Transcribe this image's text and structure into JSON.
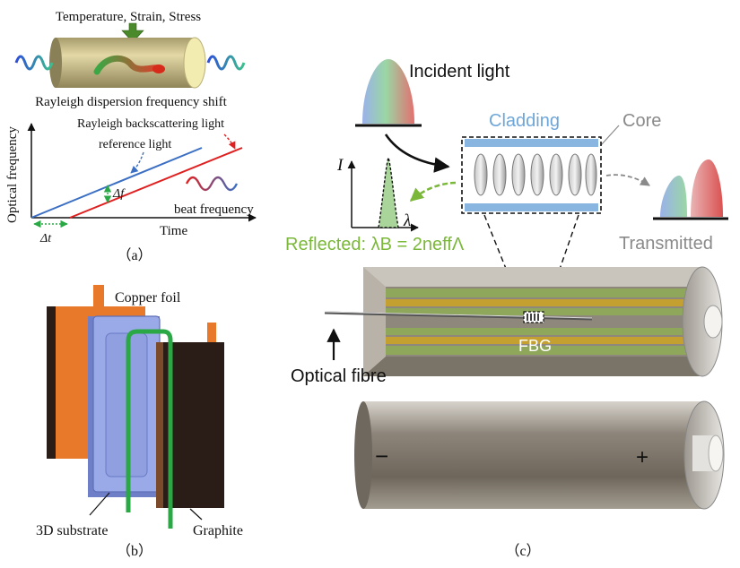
{
  "panel_a": {
    "top_label": "Temperature, Strain, Stress",
    "shift_label": "Rayleigh dispersion frequency shift",
    "backscatter_label": "Rayleigh backscattering light",
    "reference_label": "reference light",
    "y_axis": "Optical frequency",
    "x_axis": "Time",
    "delta_f": "Δf",
    "delta_t": "Δt",
    "beat_label": "beat frequency",
    "caption": "（a）"
  },
  "panel_b": {
    "copper_label": "Copper foil",
    "substrate_label": "3D substrate",
    "graphite_label": "Graphite",
    "caption": "（b）"
  },
  "panel_c": {
    "incident_label": "Incident light",
    "cladding_label": "Cladding",
    "core_label": "Core",
    "intensity_symbol": "I",
    "wavelength_symbol": "λ",
    "reflected_label": "Reflected: λB = 2neffΛ",
    "transmitted_label": "Transmitted",
    "fbg_label": "FBG",
    "fibre_label": "Optical fibre",
    "minus_sign": "−",
    "plus_sign": "+",
    "caption": "（c）"
  },
  "colors": {
    "reference_line": "#3b6fc4",
    "backscatter_line": "#e02020",
    "copper": "#e8782a",
    "substrate": "#8f9fe0",
    "graphite": "#2a1d18",
    "green_fibre": "#2aa845",
    "cladding_blue": "#88b6e0",
    "reflected_green": "#7bb83a",
    "gray_text": "#8a8a8a"
  }
}
